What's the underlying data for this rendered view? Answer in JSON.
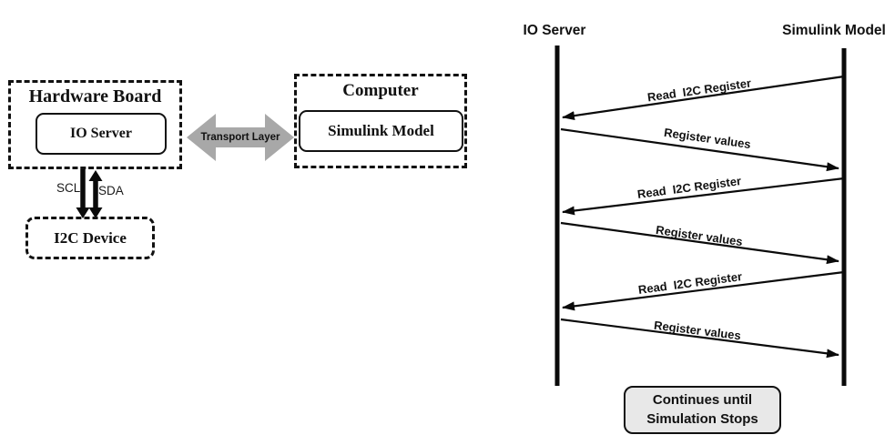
{
  "block_diagram": {
    "hardware_board": {
      "title": "Hardware Board",
      "inner_box_label": "IO Server"
    },
    "computer": {
      "title": "Computer",
      "inner_box_label": "Simulink Model"
    },
    "i2c_device_label": "I2C Device",
    "bus": {
      "scl_label": "SCL",
      "sda_label": "SDA"
    },
    "transport_layer_label": "Transport Layer"
  },
  "sequence_diagram": {
    "lifelines": [
      {
        "label": "IO Server"
      },
      {
        "label": "Simulink Model"
      }
    ],
    "messages": [
      {
        "label": "Read  I2C Register",
        "direction": "right-to-left"
      },
      {
        "label": "Register values",
        "direction": "left-to-right"
      },
      {
        "label": "Read  I2C Register",
        "direction": "right-to-left"
      },
      {
        "label": "Register values",
        "direction": "left-to-right"
      },
      {
        "label": "Read  I2C Register",
        "direction": "right-to-left"
      },
      {
        "label": "Register values",
        "direction": "left-to-right"
      }
    ],
    "note": {
      "line1": "Continues until",
      "line2": "Simulation Stops"
    }
  },
  "colors": {
    "ink": "#0a0a0a",
    "transport_arrow_gray": "#a8a8a8",
    "note_fill": "#e8e8e8"
  }
}
